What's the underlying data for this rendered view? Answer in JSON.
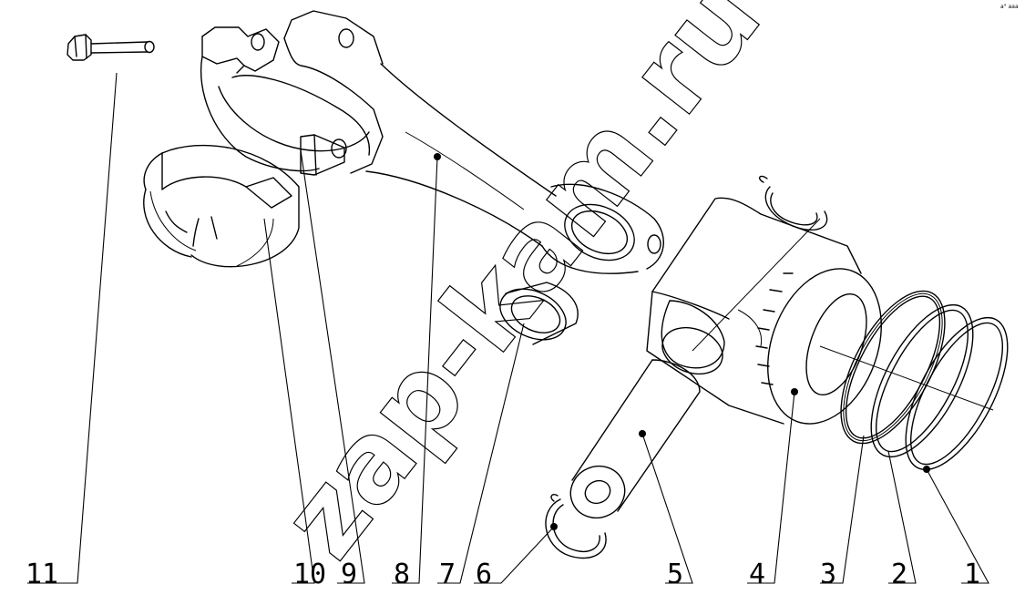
{
  "diagram": {
    "callouts": [
      {
        "id": "11",
        "label": "11"
      },
      {
        "id": "10",
        "label": "10"
      },
      {
        "id": "9",
        "label": "9"
      },
      {
        "id": "8",
        "label": "8"
      },
      {
        "id": "7",
        "label": "7"
      },
      {
        "id": "6",
        "label": "6"
      },
      {
        "id": "5",
        "label": "5"
      },
      {
        "id": "4",
        "label": "4"
      },
      {
        "id": "3",
        "label": "3"
      },
      {
        "id": "2",
        "label": "2"
      },
      {
        "id": "1",
        "label": "1"
      }
    ],
    "watermark": "zap-kam.ru",
    "corner_mark": "a° aaa"
  }
}
